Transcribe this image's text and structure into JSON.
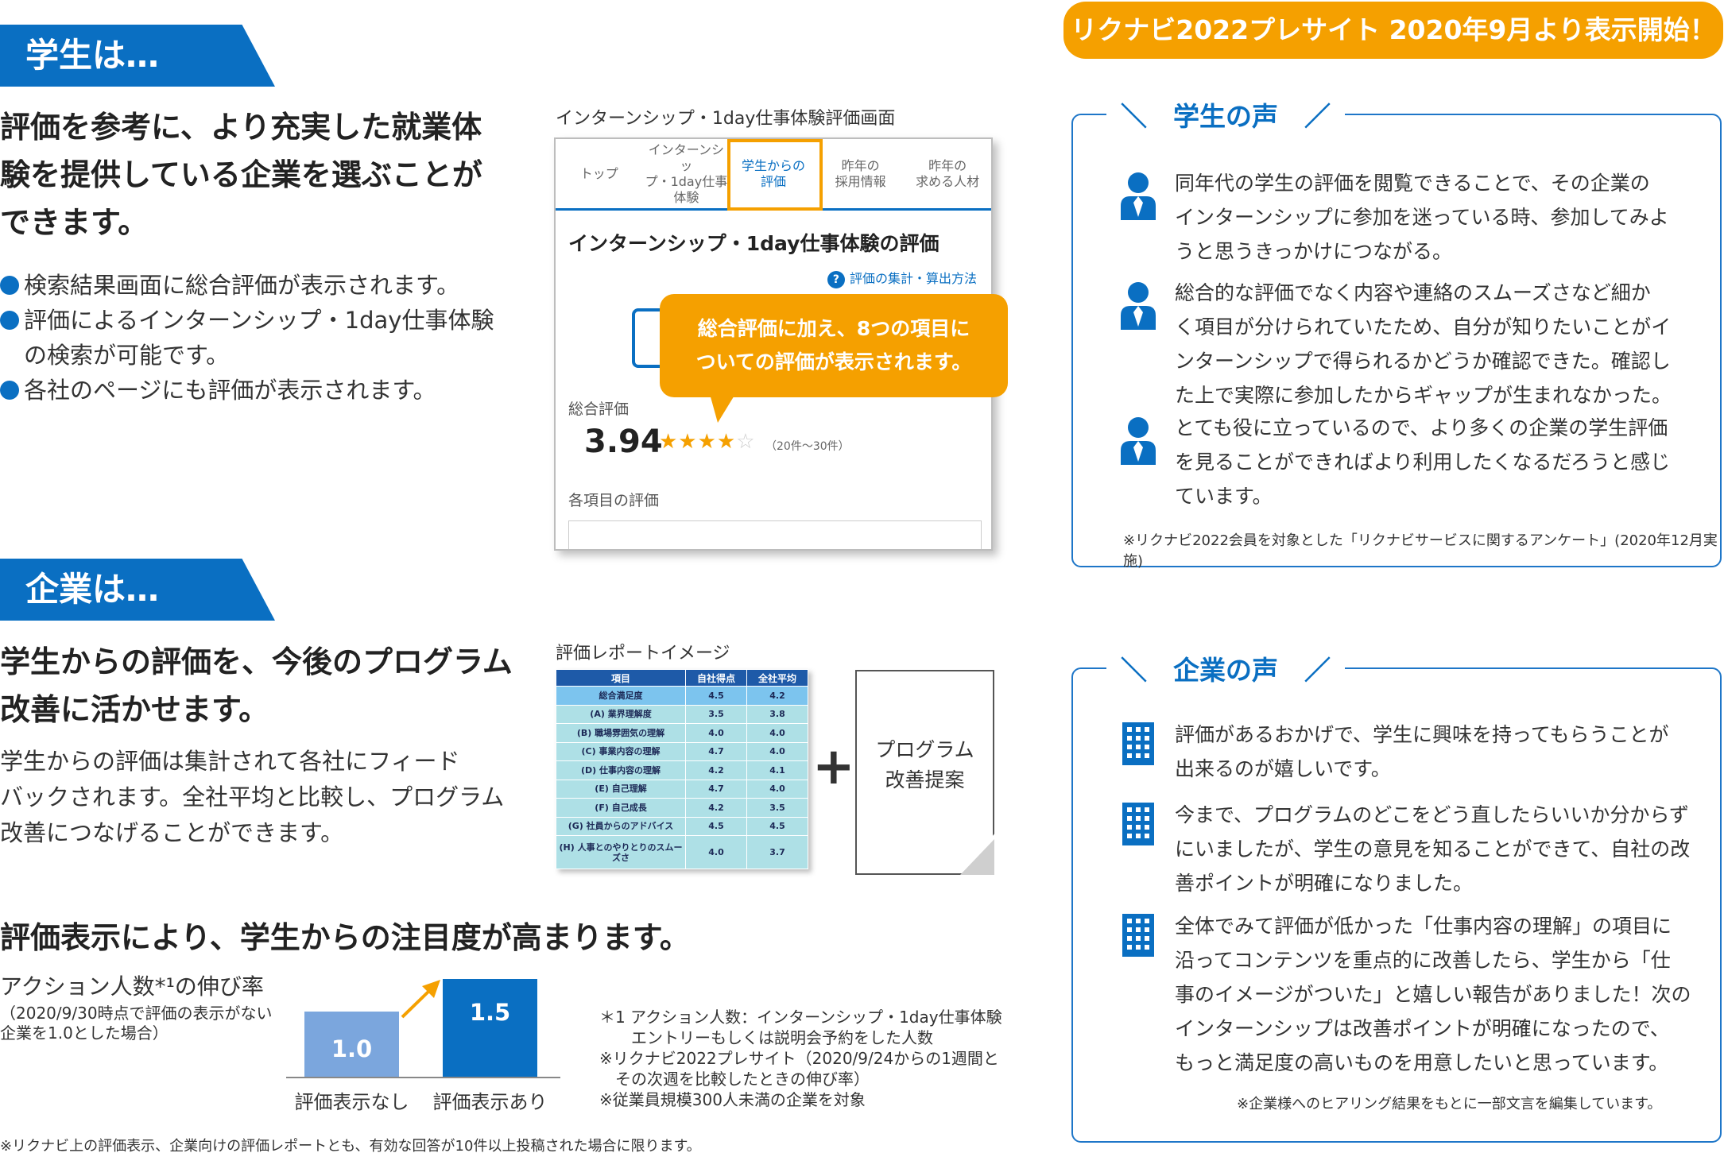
{
  "banner": {
    "text": "リクナビ2022プレサイト 2020年9月より表示開始！"
  },
  "students": {
    "tab": "学生は…",
    "headline": [
      "評価を参考に、より充実した就業体",
      "験を提供している企業を選ぶことが",
      "できます。"
    ],
    "bullets": [
      [
        "検索結果画面に総合評価が表示されます。"
      ],
      [
        "評価によるインターンシップ・1day仕事体験",
        "の検索が可能です。"
      ],
      [
        "各社のページにも評価が表示されます。"
      ]
    ]
  },
  "screen": {
    "caption": "インターンシップ・1day仕事体験評価画面",
    "tabs": [
      {
        "lines": [
          "トップ"
        ]
      },
      {
        "lines": [
          "インターンシッ",
          "プ・1day仕事",
          "体験"
        ]
      },
      {
        "lines": [
          "学生からの",
          "評価"
        ]
      },
      {
        "lines": [
          "昨年の",
          "採用情報"
        ]
      },
      {
        "lines": [
          "昨年の",
          "求める人材"
        ]
      }
    ],
    "title": "インターンシップ・1day仕事体験の評価",
    "help_icon": "?",
    "help_link": "評価の集計・算出方法",
    "overall_label": "総合評価",
    "score": "3.94",
    "stars": "★★★★",
    "star_empty": "☆",
    "count": "（20件〜30件）",
    "items_label": "各項目の評価",
    "rating": 3.94
  },
  "callout": {
    "lines": [
      "総合評価に加え、8つの項目に",
      "ついての評価が表示されます。"
    ]
  },
  "companies": {
    "tab": "企業は…",
    "headline": [
      "学生からの評価を、今後のプログラム",
      "改善に活かせます。"
    ],
    "body": [
      "学生からの評価は集計されて各社にフィード",
      "バックされます。全社平均と比較し、プログラム",
      "改善につなげることができます。"
    ]
  },
  "report": {
    "caption": "評価レポートイメージ",
    "headers": [
      "項目",
      "自社得点",
      "全社平均"
    ],
    "rows": [
      [
        "総合満足度",
        "4.5",
        "4.2"
      ],
      [
        "(A) 業界理解度",
        "3.5",
        "3.8"
      ],
      [
        "(B) 職場雰囲気の理解",
        "4.0",
        "4.0"
      ],
      [
        "(C) 事業内容の理解",
        "4.7",
        "4.0"
      ],
      [
        "(D) 仕事内容の理解",
        "4.2",
        "4.1"
      ],
      [
        "(E) 自己理解",
        "4.7",
        "4.0"
      ],
      [
        "(F) 自己成長",
        "4.2",
        "3.5"
      ],
      [
        "(G) 社員からのアドバイス",
        "4.5",
        "4.5"
      ],
      [
        "(H) 人事とのやりとりのスムーズさ",
        "4.0",
        "3.7"
      ]
    ],
    "plus": "+",
    "doc_lines": [
      "プログラム",
      "改善提案"
    ]
  },
  "attention": {
    "headline": "評価表示により、学生からの注目度が高まります。"
  },
  "chart_data": {
    "type": "bar",
    "title": "アクション人数*¹の伸び率",
    "subtitle": [
      "（2020/9/30時点で評価の表示がない",
      "企業を1.0とした場合）"
    ],
    "categories": [
      "評価表示なし",
      "評価表示あり"
    ],
    "values": [
      1.0,
      1.5
    ],
    "value_labels": [
      "1.0",
      "1.5"
    ],
    "colors": [
      "#7ba6dd",
      "#0a6fc2"
    ],
    "ylim": [
      0,
      1.5
    ]
  },
  "chart_notes": [
    "＊1 アクション人数：インターンシップ・1day仕事体験",
    "　　エントリーもしくは説明会予約をした人数",
    "※リクナビ2022プレサイト（2020/9/24からの1週間と",
    "　その次週を比較したときの伸び率）",
    "※従業員規模300人未満の企業を対象"
  ],
  "student_voice": {
    "title": "学生の声",
    "voices": [
      [
        "同年代の学生の評価を閲覧できることで、その企業の",
        "インターンシップに参加を迷っている時、参加してみよ",
        "うと思うきっかけにつながる。"
      ],
      [
        "総合的な評価でなく内容や連絡のスムーズさなど細か",
        "く項目が分けられていたため、自分が知りたいことがイ",
        "ンターンシップで得られるかどうか確認できた。確認し",
        "た上で実際に参加したからギャップが生まれなかった。"
      ],
      [
        "とても役に立っているので、より多くの企業の学生評価",
        "を見ることができればより利用したくなるだろうと感じ",
        "ています。"
      ]
    ],
    "note": "※リクナビ2022会員を対象とした「リクナビサービスに関するアンケート」(2020年12月実施)"
  },
  "company_voice": {
    "title": "企業の声",
    "voices": [
      [
        "評価があるおかげで、学生に興味を持ってもらうことが",
        "出来るのが嬉しいです。"
      ],
      [
        "今まで、プログラムのどこをどう直したらいいか分からず",
        "にいましたが、学生の意見を知ることができて、自社の改",
        "善ポイントが明確になりました。"
      ],
      [
        "全体でみて評価が低かった「仕事内容の理解」の項目に",
        "沿ってコンテンツを重点的に改善したら、学生から「仕",
        "事のイメージがついた」と嬉しい報告がありました！次の",
        "インターンシップは改善ポイントが明確になったので、",
        "もっと満足度の高いものを用意したいと思っています。"
      ]
    ],
    "note": "※企業様へのヒアリング結果をもとに一部文言を編集しています。"
  },
  "bottom_note": "※リクナビ上の評価表示、企業向けの評価レポートとも、有効な回答が10件以上投稿された場合に限ります。"
}
